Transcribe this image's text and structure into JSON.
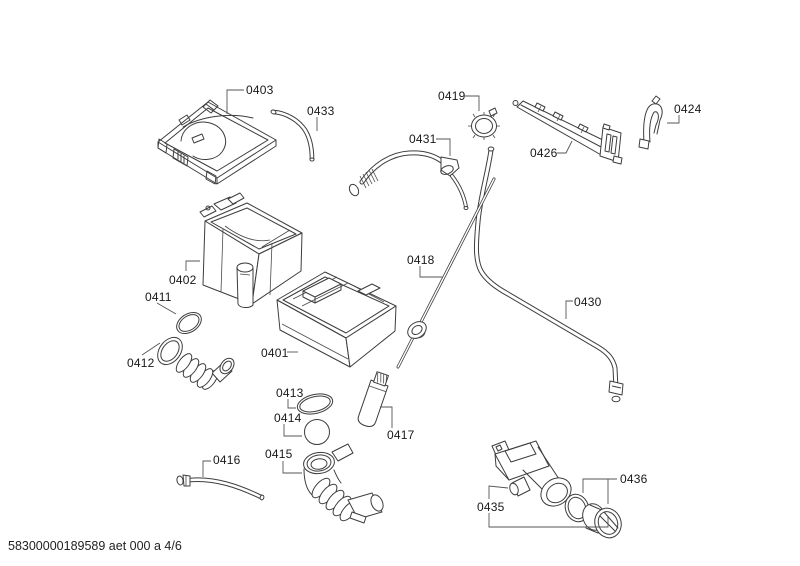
{
  "footer_text": "58300000189589 aet 000 a 4/6",
  "labels": {
    "p0401": "0401",
    "p0402": "0402",
    "p0403": "0403",
    "p0411": "0411",
    "p0412": "0412",
    "p0413": "0413",
    "p0414": "0414",
    "p0415": "0415",
    "p0416": "0416",
    "p0417": "0417",
    "p0418": "0418",
    "p0419": "0419",
    "p0424": "0424",
    "p0426": "0426",
    "p0430": "0430",
    "p0431": "0431",
    "p0433": "0433",
    "p0435": "0435",
    "p0436": "0436"
  },
  "colors": {
    "line_art": "#3d3d3d",
    "label_text": "#181818",
    "background": "#ffffff"
  }
}
